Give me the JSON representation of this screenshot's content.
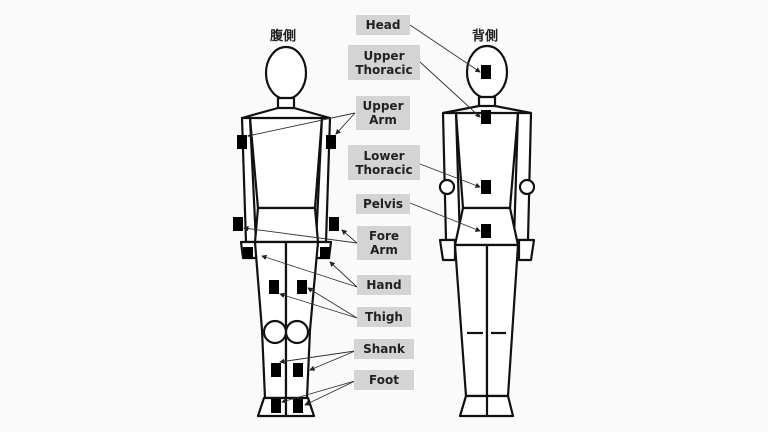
{
  "views": {
    "front": {
      "title": "腹側"
    },
    "back": {
      "title": "背側"
    }
  },
  "labels": [
    {
      "id": "head",
      "lines": [
        "Head"
      ]
    },
    {
      "id": "upper-thoracic",
      "lines": [
        "Upper",
        "Thoracic"
      ]
    },
    {
      "id": "upper-arm",
      "lines": [
        "Upper",
        "Arm"
      ]
    },
    {
      "id": "lower-thoracic",
      "lines": [
        "Lower",
        "Thoracic"
      ]
    },
    {
      "id": "pelvis",
      "lines": [
        "Pelvis"
      ]
    },
    {
      "id": "fore-arm",
      "lines": [
        "Fore",
        "Arm"
      ]
    },
    {
      "id": "hand",
      "lines": [
        "Hand"
      ]
    },
    {
      "id": "thigh",
      "lines": [
        "Thigh"
      ]
    },
    {
      "id": "shank",
      "lines": [
        "Shank"
      ]
    },
    {
      "id": "foot",
      "lines": [
        "Foot"
      ]
    }
  ],
  "colors": {
    "background": "#fafafa",
    "label_bg": "#d4d4d4",
    "outline": "#111111",
    "sensor": "#000000"
  }
}
